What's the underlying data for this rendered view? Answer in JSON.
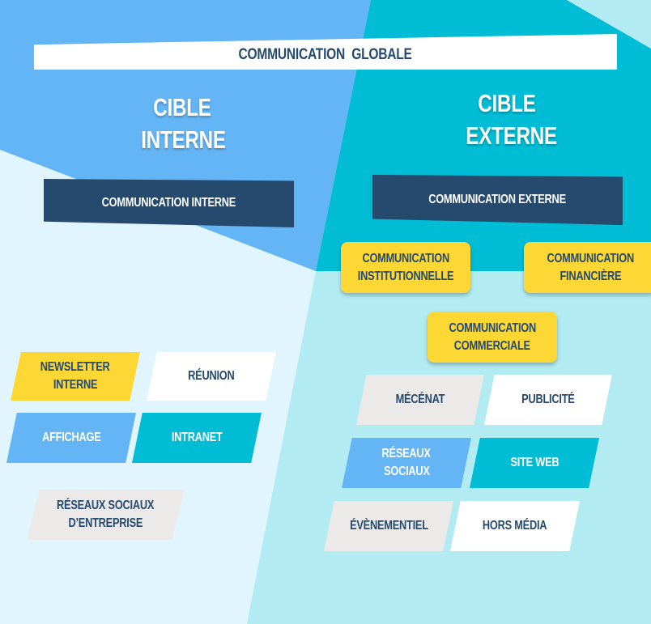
{
  "banner": {
    "title": "COMMUNICATION  GLOBALE"
  },
  "left": {
    "title_line1": "CIBLE",
    "title_line2": "INTERNE",
    "header_box": "COMMUNICATION INTERNE",
    "items": {
      "newsletter": [
        "NEWSLETTER",
        "INTERNE"
      ],
      "reunion": "RÉUNION",
      "affichage": "AFFICHAGE",
      "intranet": "INTRANET",
      "reseaux_entreprise": [
        "RÉSEAUX SOCIAUX",
        "D’ENTREPRISE"
      ]
    }
  },
  "right": {
    "title_line1": "CIBLE",
    "title_line2": "EXTERNE",
    "header_box": "COMMUNICATION EXTERNE",
    "institutionnelle": [
      "COMMUNICATION",
      "INSTITUTIONNELLE"
    ],
    "financiere": [
      "COMMUNICATION",
      "FINANCIÈRE"
    ],
    "commerciale": [
      "COMMUNICATION",
      "COMMERCIALE"
    ],
    "items": {
      "mecenat": "MÉCÉNAT",
      "publicite": "PUBLICITÉ",
      "reseaux_sociaux": [
        "RÉSEAUX",
        "SOCIAUX"
      ],
      "site_web": "SITE WEB",
      "evenementiel": "ÉVÈNEMENTIEL",
      "hors_media": "HORS MÉDIA"
    }
  },
  "colors": {
    "navy": "#264a6e",
    "yellow": "#fdd835",
    "blue": "#64b5f6",
    "teal": "#00bcd4",
    "light_blue": "#e1f5fe",
    "light_teal": "#b2ebf2",
    "grey": "#eceae8"
  }
}
